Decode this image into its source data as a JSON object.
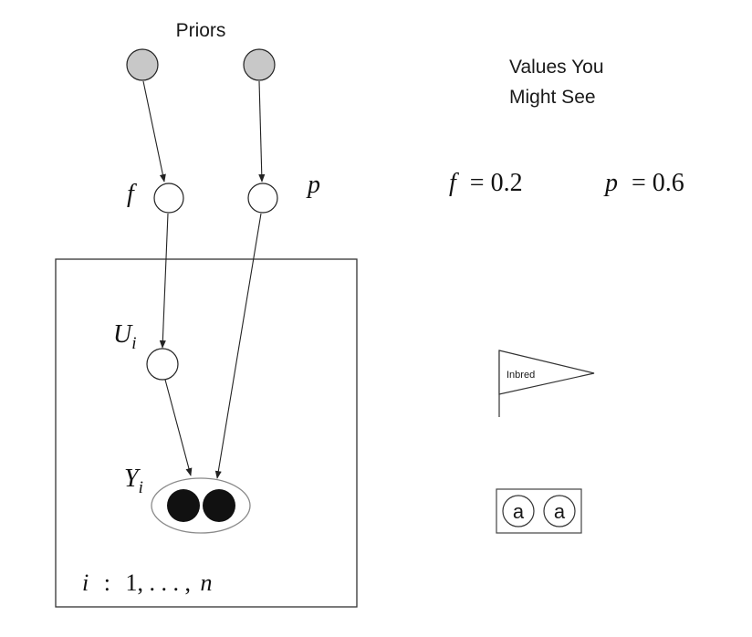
{
  "priors_label": "Priors",
  "values_heading_line1": "Values You",
  "values_heading_line2": "Might See",
  "nodes": {
    "f": "f",
    "p": "p",
    "u": "U",
    "u_sub": "i",
    "y": "Y",
    "y_sub": "i"
  },
  "plate_label": {
    "index": "i",
    "colon": ":",
    "range_start": "1, . . . ,",
    "range_end": "n"
  },
  "values": {
    "f_var": "f",
    "f_eq": "= 0.2",
    "p_var": "p",
    "p_eq": "= 0.6"
  },
  "flag_label": "Inbred",
  "genotype": {
    "allele1": "a",
    "allele2": "a"
  },
  "colors": {
    "prior_fill": "#c8c8c8",
    "observed_fill": "#111111",
    "node_stroke": "#222222",
    "ellipse_stroke": "#8a8a8a"
  }
}
